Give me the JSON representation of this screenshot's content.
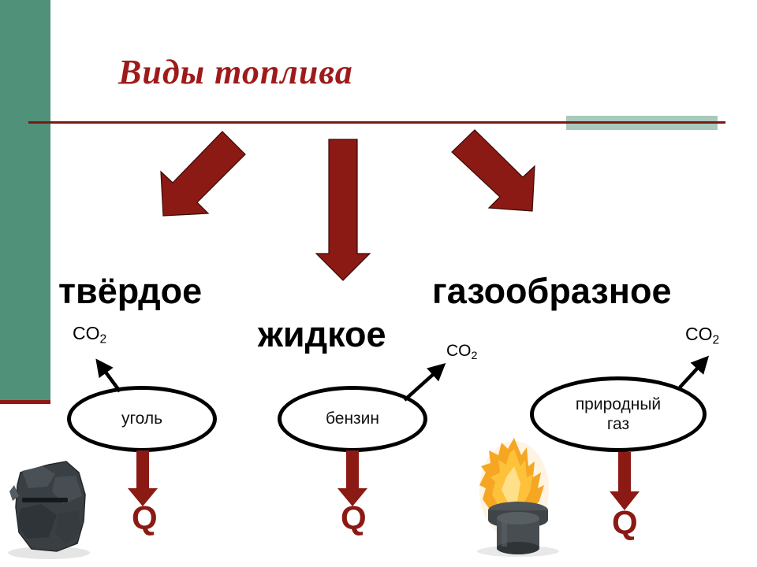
{
  "slide": {
    "title": "Виды топлива",
    "background": "#ffffff",
    "accent_red": "#8b1a14",
    "title_red": "#9e1b1b",
    "band_green": "#4f9179",
    "swatch_green": "#a8c9bd"
  },
  "states": [
    {
      "label": "твёрдое"
    },
    {
      "label": "жидкое"
    },
    {
      "label": "газообразное"
    }
  ],
  "emissions": [
    {
      "formula": "CO",
      "subscript": "2"
    },
    {
      "formula": "CO",
      "subscript": "2"
    },
    {
      "formula": "CO",
      "subscript": "2"
    }
  ],
  "fuels": [
    {
      "name": "уголь",
      "heat_label": "Q"
    },
    {
      "name": "бензин",
      "heat_label": "Q"
    },
    {
      "name": "природный газ",
      "name_line1": "природный",
      "name_line2": "газ",
      "heat_label": "Q"
    }
  ],
  "illustrations": [
    {
      "name": "coal-lump-image"
    },
    {
      "name": "gas-burner-flame-image"
    }
  ]
}
